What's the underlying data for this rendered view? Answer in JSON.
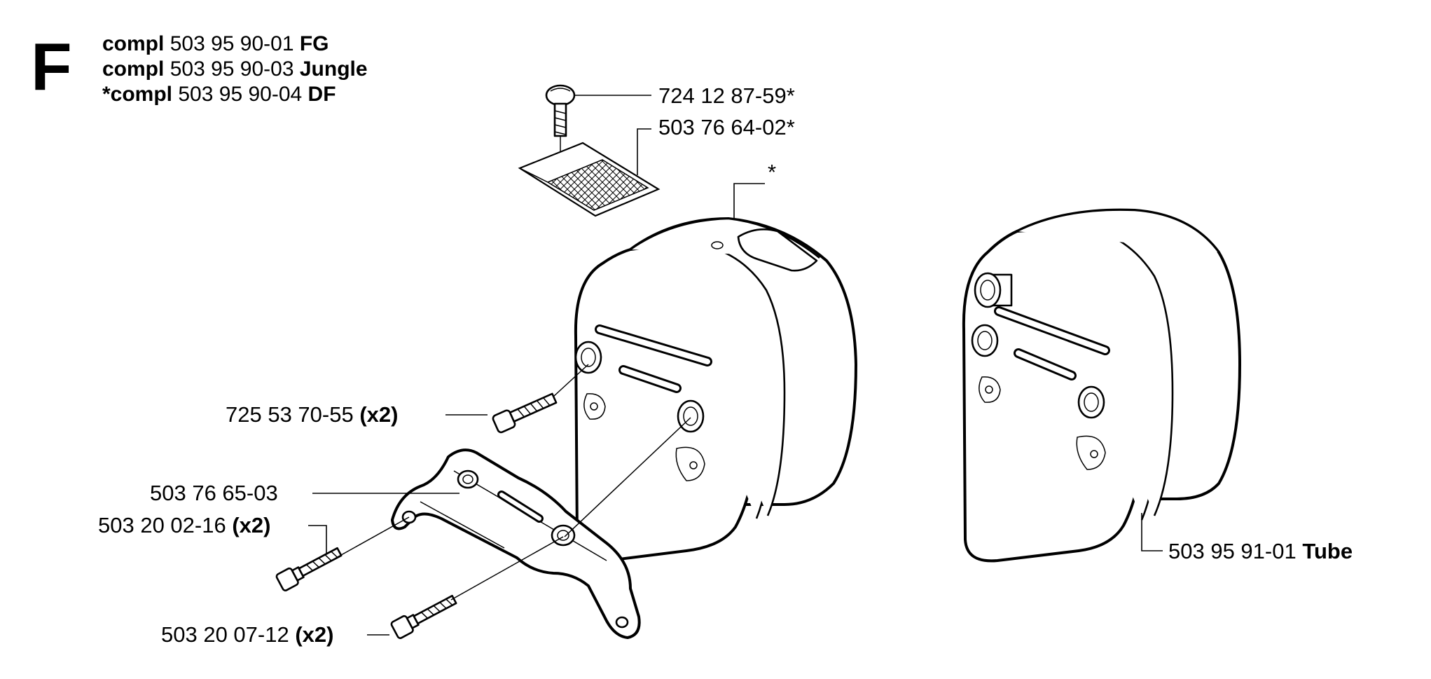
{
  "header": {
    "section_letter": "F",
    "lines": [
      {
        "prefix": "compl",
        "number": " 503 95 90-01 ",
        "suffix": "FG"
      },
      {
        "prefix": "compl",
        "number": " 503 95 90-03 ",
        "suffix": "Jungle"
      },
      {
        "prefix": "*compl",
        "number": " 503 95 90-04 ",
        "suffix": "DF"
      }
    ]
  },
  "parts": {
    "screw_top": {
      "number": "724 12 87-59*"
    },
    "spark_screen": {
      "number": "503 76 64-02*"
    },
    "asterisk_note": {
      "number": "*"
    },
    "screw_muffler": {
      "number": "725 53 70-55 ",
      "qty": "(x2)"
    },
    "bracket": {
      "number": "503 76 65-03"
    },
    "bolt_upper": {
      "number": "503 20 02-16 ",
      "qty": "(x2)"
    },
    "bolt_lower": {
      "number": "503 20 07-12 ",
      "qty": "(x2)"
    },
    "muffler_tube": {
      "number": "503 95 91-01 ",
      "suffix": "Tube"
    }
  }
}
